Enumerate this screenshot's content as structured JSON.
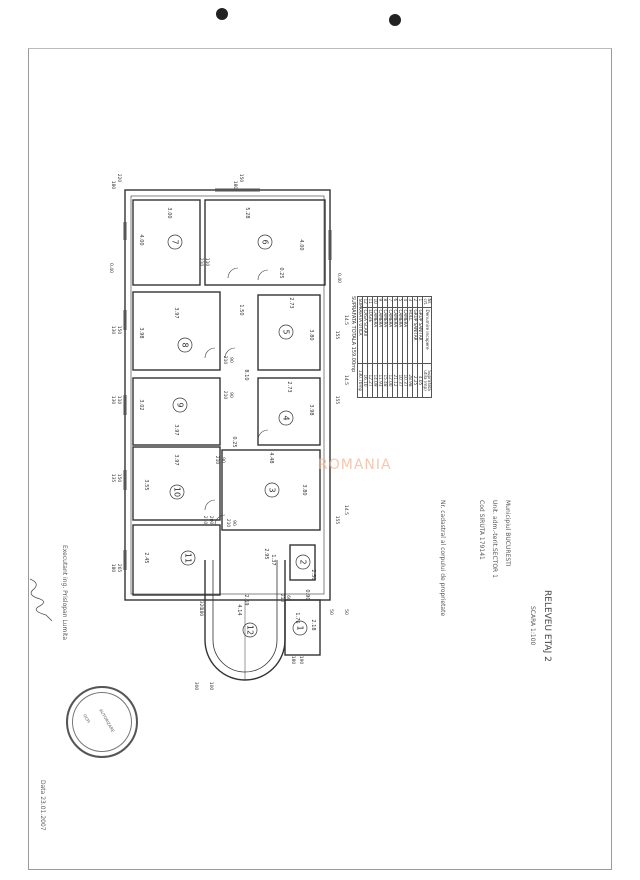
{
  "document": {
    "title": "RELEVEU ETAJ 2",
    "scale": "SCARA 1:100",
    "municipality": "Municipiul BUCURESTI",
    "admin_unit": "Unit. adm.-terit.SECTOR 1",
    "siruta": "Cod SIRUTA 179141",
    "cadastral": "Nr. cadastral al corpului de proprietate",
    "executant": "Executant ing. Prislopan Lumita",
    "date": "Data 23.01.2007",
    "watermark": "ROMANIA",
    "stamp_text": "OFICIUL NATIONAL DE CADASTRU GEODEZIE SI CARTOGRAFIE ROMANIA",
    "stamp_inner": "CERTIFICAT DE AUTORIZARE"
  },
  "table": {
    "headers": [
      "Nr. crt.",
      "Denumire incapere",
      "Suprafata utila (mp)"
    ],
    "rows": [
      {
        "nr": "1",
        "name": "GRUP SANITAR",
        "area": "4.05"
      },
      {
        "nr": "2",
        "name": "GRUP SANITAR",
        "area": "2.25"
      },
      {
        "nr": "3",
        "name": "HOLL",
        "area": "28.98"
      },
      {
        "nr": "4",
        "name": "CAMERA",
        "area": "10.37"
      },
      {
        "nr": "5",
        "name": "CAMERA",
        "area": "10.37"
      },
      {
        "nr": "6",
        "name": "CAMERA",
        "area": "21.12"
      },
      {
        "nr": "7",
        "name": "CAMERA",
        "area": "12.00"
      },
      {
        "nr": "8",
        "name": "CAMERA",
        "area": "15.48"
      },
      {
        "nr": "9",
        "name": "CAMERA",
        "area": "11.93"
      },
      {
        "nr": "10",
        "name": "CAMERA",
        "area": "14.09"
      },
      {
        "nr": "11",
        "name": "LOGIE",
        "area": "12.27"
      },
      {
        "nr": "12",
        "name": "CASA SCARII",
        "area": "16.10"
      }
    ],
    "usable_label": "SUPRAFATA UTILA",
    "usable_value": "130.70mp",
    "total": "SUPRAFATA TOTALA 159.00mp"
  },
  "plan": {
    "room_numbers": [
      "1",
      "2",
      "3",
      "4",
      "5",
      "6",
      "7",
      "8",
      "9",
      "10",
      "11",
      "12"
    ],
    "dimensions": [
      "3.00",
      "5.28",
      "4.00",
      "4.00",
      "3.97",
      "1.50",
      "2.73",
      "3.98",
      "3.80",
      "3.97",
      "3.02",
      "2.73",
      "3.98",
      "3.97",
      "3.55",
      "4.48",
      "3.80",
      "2.95",
      "2.45",
      "2.69",
      "4.14",
      "1.37",
      "0.90",
      "1.76",
      "2.18",
      "2.50",
      "0.25",
      "0.25",
      "8.10"
    ],
    "margin_dims": [
      "220",
      "180",
      "150",
      "180",
      "0.40",
      "0.40",
      "150",
      "130",
      "110",
      "130",
      "150",
      "135",
      "265",
      "180",
      "320",
      "180",
      "155",
      "14.5",
      "155",
      "14.5",
      "155",
      "14.5",
      "50",
      "50",
      "100",
      "300",
      "190",
      "180",
      "110",
      "210",
      "90",
      "210",
      "90",
      "210",
      "90",
      "210",
      "90",
      "210",
      "200",
      "210",
      "60",
      "210"
    ]
  },
  "colors": {
    "line": "#333333",
    "paper_border": "#9a9a9a",
    "watermark": "#f0b090"
  }
}
